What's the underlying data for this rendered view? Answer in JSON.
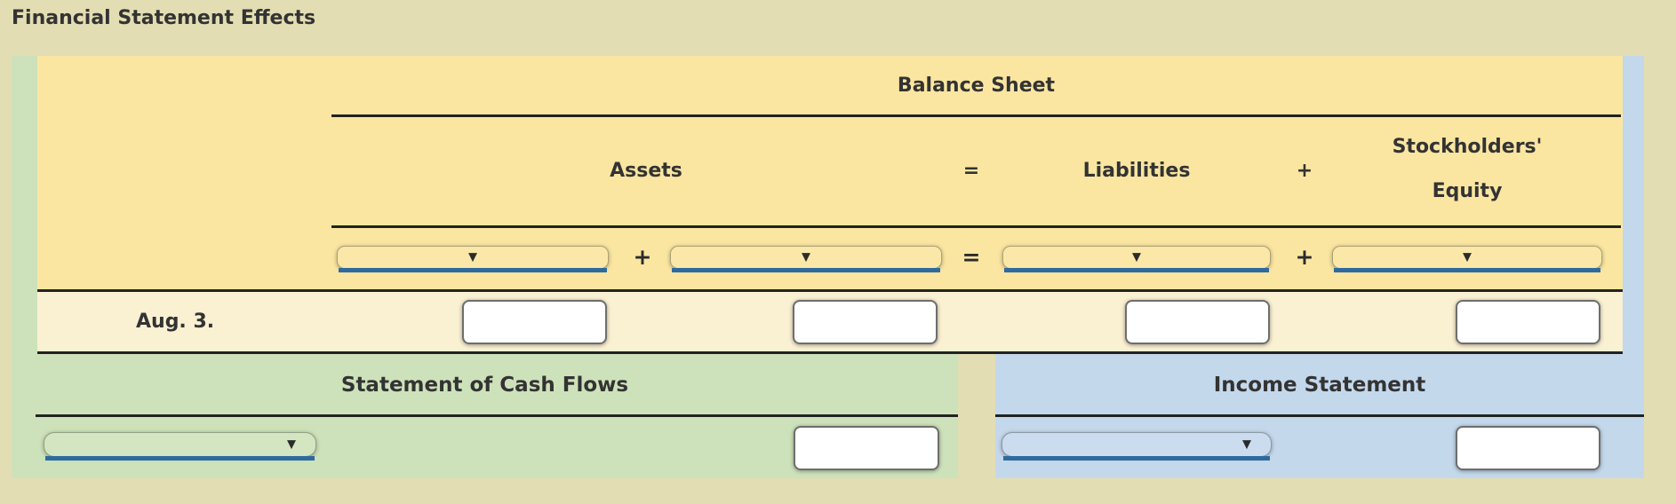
{
  "title": "Financial Statement Effects",
  "colors": {
    "page_bg": "#e3ddb3",
    "panel_yellow": "#fae6a1",
    "row_cream": "#faf0d2",
    "panel_green": "#cde2ba",
    "panel_blue": "#c4d8ec",
    "underline_blue": "#2f6a9e",
    "line_dark": "#222222",
    "text_dark": "#333333",
    "input_border": "#6e6e6e",
    "select_yellow": "#fbe8a8",
    "select_green": "#d3e5c1",
    "select_blue": "#cadcee"
  },
  "icons": {
    "dropdown_arrow": "▼"
  },
  "balance_sheet": {
    "title": "Balance Sheet",
    "headers": {
      "assets": "Assets",
      "equals": "=",
      "liabilities": "Liabilities",
      "plus": "+",
      "stockholders_line1": "Stockholders'",
      "stockholders_line2": "Equity"
    },
    "select_values": [
      "",
      "",
      "",
      ""
    ],
    "operators": [
      "+",
      "=",
      "+"
    ]
  },
  "transaction_row": {
    "date": "Aug. 3.",
    "amounts": [
      "",
      "",
      "",
      ""
    ]
  },
  "statement_of_cash_flows": {
    "title": "Statement of Cash Flows",
    "select_value": "",
    "amount": ""
  },
  "income_statement": {
    "title": "Income Statement",
    "select_value": "",
    "amount": ""
  }
}
